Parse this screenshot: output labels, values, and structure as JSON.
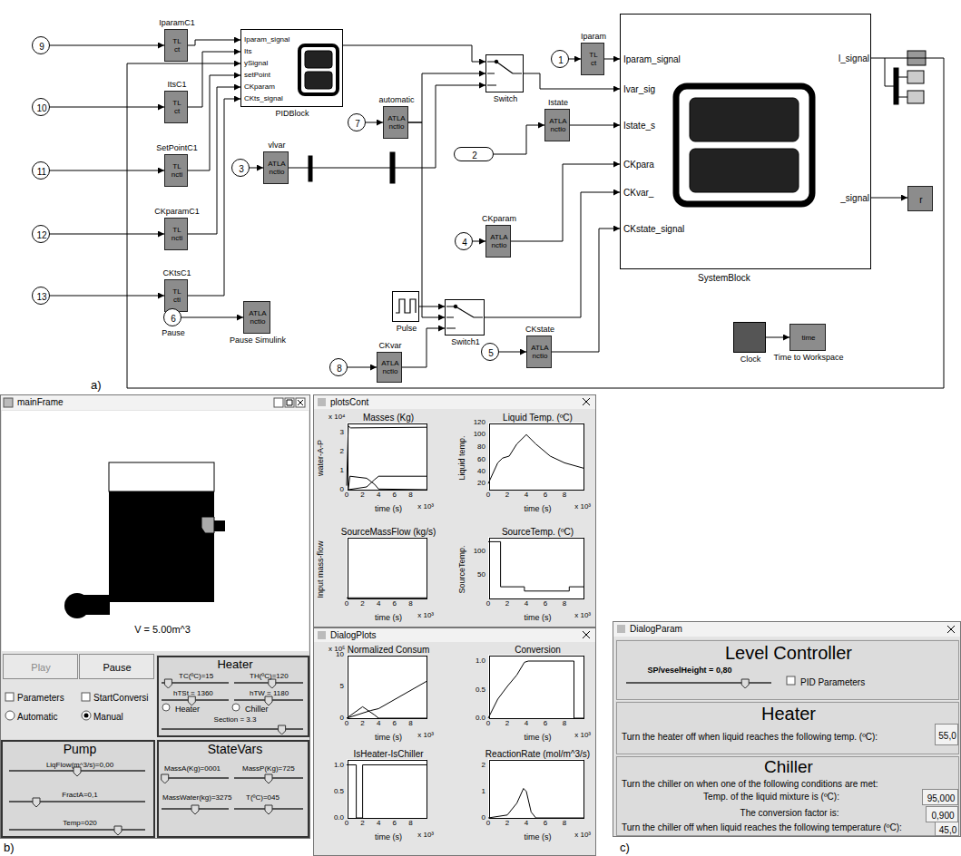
{
  "diagram": {
    "nodes": [
      {
        "text": [
          "9"
        ]
      },
      {
        "text": [
          "IparamC1",
          "TL ct"
        ]
      },
      {
        "text": [
          "10"
        ]
      },
      {
        "text": [
          "ItsC1",
          "TL ct"
        ]
      },
      {
        "text": [
          "11"
        ]
      },
      {
        "text": [
          "SetPointC1",
          "TL ncti"
        ]
      },
      {
        "text": [
          "12"
        ]
      },
      {
        "text": [
          "CKparamC1",
          "TL ncti"
        ]
      },
      {
        "text": [
          "13"
        ]
      },
      {
        "text": [
          "CKtsC1",
          "TL cti"
        ]
      },
      {
        "text": [
          "Iparam_signal",
          "Its",
          "ySignal",
          "setPoint",
          "CKparam",
          "CKts_signal",
          "PIDBlock"
        ]
      },
      {
        "text": [
          "6",
          "Pause"
        ]
      },
      {
        "text": [
          "ATLA nctio",
          "Pause Simulink"
        ]
      },
      {
        "text": [
          "7"
        ]
      },
      {
        "text": [
          "automatic",
          "ATLA nctio"
        ]
      },
      {
        "text": [
          "3"
        ]
      },
      {
        "text": [
          "vlvar",
          "ATLA nctio"
        ]
      },
      {
        "text": [
          "2"
        ]
      },
      {
        "text": [
          "Switch"
        ]
      },
      {
        "text": [
          "Istate",
          "ATLA nctio"
        ]
      },
      {
        "text": [
          "1"
        ]
      },
      {
        "text": [
          "Iparam",
          "TL ct"
        ]
      },
      {
        "text": [
          "Iparam_signal",
          "Ivar_sig",
          "Istate_s",
          "CKpara",
          "CKvar_",
          "CKstate_signal",
          "l_signal",
          "_signal",
          "SystemBlock"
        ]
      },
      {
        "text": [
          "4"
        ]
      },
      {
        "text": [
          "CKparam",
          "ATLA nctio"
        ]
      },
      {
        "text": [
          "Pulse"
        ]
      },
      {
        "text": [
          "8"
        ]
      },
      {
        "text": [
          "CKvar",
          "ATLA nctio"
        ]
      },
      {
        "text": [
          "Switch1"
        ]
      },
      {
        "text": [
          "5"
        ]
      },
      {
        "text": [
          "CKstate",
          "ATLA nctio"
        ]
      },
      {
        "text": [
          "Clock"
        ]
      },
      {
        "text": [
          "time",
          "Time to Workspace"
        ]
      },
      {
        "text": [
          "r"
        ]
      },
      {
        "text": [
          "mainFrame",
          "V = 5.00m^3",
          "Parameters",
          "StartConversi",
          "Automatic",
          "Manual"
        ]
      },
      {
        "text": [
          "Play"
        ],
        "in": 34
      },
      {
        "text": [
          "Pause"
        ],
        "in": 34
      },
      {
        "text": [
          "Heater",
          "TC(ºC)=15",
          "TH(ºC)=120",
          "hTSt = 1360",
          "hTW = 1180",
          "Heater",
          "Chiller",
          "Section = 3.3"
        ],
        "in": 34
      },
      {
        "text": [
          "Pump",
          "LiqFlow(m^3/s)=0,00",
          "FractA=0,1",
          "Temp=020"
        ],
        "in": 34
      },
      {
        "text": [
          "StateVars",
          "MassA(Kg)=0001",
          "MassP(Kg)=725",
          "MassWater(kg)=3275",
          "T(ºC)=045"
        ],
        "in": 34
      },
      {
        "text": [
          "plotsCont"
        ]
      },
      {
        "text": [
          "Masses (Kg)",
          "time (s)",
          "x 10³",
          "water-A-P",
          "x 10⁴"
        ],
        "in": 40
      },
      {
        "text": [
          "Liquid Temp. (ºC)",
          "time (s)",
          "x 10³",
          "Liquid temp."
        ],
        "in": 40
      },
      {
        "text": [
          "SourceMassFlow (kg/s)",
          "time (s)",
          "x 10³",
          "Input mass-flow"
        ],
        "in": 40
      },
      {
        "text": [
          "SourceTemp. (ºC)",
          "time (s)",
          "x 10³",
          "SourceTemp."
        ],
        "in": 40
      },
      {
        "text": [
          "DialogPlots"
        ]
      },
      {
        "text": [
          "Normalized Consum",
          "time (s)",
          "x 10³",
          "x 10⁵"
        ],
        "in": 45
      },
      {
        "text": [
          "Conversion",
          "time (s)",
          "x 10³"
        ],
        "in": 45
      },
      {
        "text": [
          "IsHeater-IsChiller",
          "time (s)",
          "x 10³"
        ],
        "in": 45
      },
      {
        "text": [
          "ReactionRate (mol/m^3/s)",
          "time (s)",
          "x 10³"
        ],
        "in": 45
      },
      {
        "text": [
          "DialogParam"
        ]
      },
      {
        "text": [
          "Level Controller",
          "SP/veselHeight = 0,80",
          "PID Parameters"
        ],
        "in": 50
      },
      {
        "text": [
          "Heater",
          "Turn the heater off when liquid reaches the following temp. (ºC):"
        ],
        "in": 50
      },
      {
        "text": [
          "55,0"
        ],
        "in": 52
      },
      {
        "text": [
          "Chiller",
          "Turn the chiller on when one of the following conditions are met:",
          "Temp. of the liquid mixture is (ºC):",
          "The conversion factor is:",
          "Turn the chiller off when liquid reaches the following temperature (ºC):"
        ],
        "in": 50
      },
      {
        "text": [
          "95,000"
        ],
        "in": 54
      },
      {
        "text": [
          "0,900"
        ],
        "in": 54
      },
      {
        "text": [
          "45,0"
        ],
        "in": 54
      }
    ],
    "edges": [
      {
        "from": 0,
        "to": 1,
        "arrow": "to"
      },
      {
        "from": 2,
        "to": 3,
        "arrow": "to"
      },
      {
        "from": 4,
        "to": 5,
        "arrow": "to"
      },
      {
        "from": 6,
        "to": 7,
        "arrow": "to"
      },
      {
        "from": 8,
        "to": 9,
        "arrow": "to"
      },
      {
        "from": 1,
        "to": 10,
        "arrow": "to"
      },
      {
        "from": 3,
        "to": 10,
        "arrow": "to"
      },
      {
        "from": 5,
        "to": 10,
        "arrow": "to"
      },
      {
        "from": 7,
        "to": 10,
        "arrow": "to"
      },
      {
        "from": 9,
        "to": 10,
        "arrow": "to"
      },
      {
        "from": 22,
        "to": 10,
        "arrow": "to"
      },
      {
        "from": 11,
        "to": 12,
        "arrow": "to"
      },
      {
        "from": 13,
        "to": 14,
        "arrow": "to"
      },
      {
        "from": 15,
        "to": 16,
        "arrow": "to"
      },
      {
        "from": 10,
        "to": 18,
        "arrow": "to"
      },
      {
        "from": 14,
        "to": 18,
        "arrow": "to"
      },
      {
        "from": 16,
        "to": 18,
        "arrow": "to"
      },
      {
        "from": 14,
        "to": 28,
        "arrow": "to"
      },
      {
        "from": 17,
        "to": 19,
        "arrow": "to"
      },
      {
        "from": 18,
        "to": 22,
        "arrow": "to"
      },
      {
        "from": 19,
        "to": 22,
        "arrow": "to"
      },
      {
        "from": 20,
        "to": 21,
        "arrow": "to"
      },
      {
        "from": 21,
        "to": 22,
        "arrow": "to"
      },
      {
        "from": 23,
        "to": 24,
        "arrow": "to"
      },
      {
        "from": 24,
        "to": 22,
        "arrow": "to"
      },
      {
        "from": 25,
        "to": 28,
        "arrow": "to"
      },
      {
        "from": 26,
        "to": 27,
        "arrow": "to"
      },
      {
        "from": 27,
        "to": 28,
        "arrow": "to"
      },
      {
        "from": 28,
        "to": 22,
        "arrow": "to"
      },
      {
        "from": 29,
        "to": 30,
        "arrow": "to"
      },
      {
        "from": 30,
        "to": 22,
        "arrow": "to"
      },
      {
        "from": 31,
        "to": 32,
        "arrow": "to"
      },
      {
        "from": 22,
        "to": 33,
        "arrow": "to"
      }
    ],
    "labels": [
      "a)",
      "b)",
      "c)",
      "0",
      "1",
      "2",
      "3",
      "0",
      "2",
      "4",
      "6",
      "8",
      "20",
      "40",
      "60",
      "80",
      "100",
      "120",
      "0",
      "2",
      "4",
      "6",
      "8",
      "0",
      "2",
      "4",
      "6",
      "8",
      "50",
      "100",
      "0",
      "2",
      "4",
      "6",
      "8",
      "0",
      "5",
      "10",
      "0",
      "2",
      "4",
      "6",
      "8",
      "0.0",
      "0.5",
      "1.0",
      "0",
      "2",
      "4",
      "6",
      "8",
      "0.0",
      "0.5",
      "1.0",
      "0",
      "2",
      "4",
      "6",
      "8",
      "0",
      "1",
      "2",
      "0",
      "2",
      "4",
      "6",
      "8"
    ]
  }
}
